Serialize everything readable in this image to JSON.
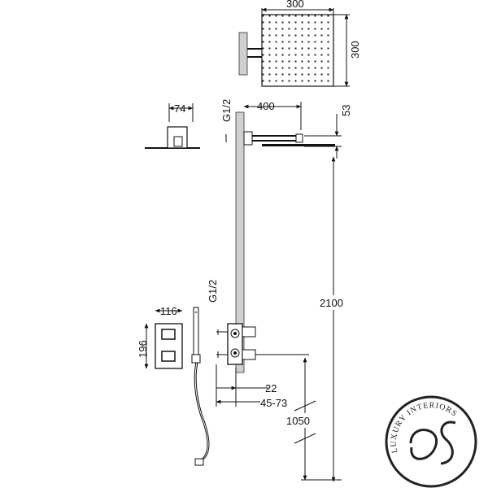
{
  "dimensions": {
    "head_width": "300",
    "head_height": "300",
    "wall_box_depth": "74",
    "arm_length": "400",
    "arm_drop": "53",
    "top_connection": "G1/2",
    "bottom_connection": "G1/2",
    "head_height_from_floor": "2100",
    "plate_width": "116",
    "plate_height": "196",
    "recess_depth": "22",
    "adjust_range": "45-73",
    "valve_height_from_floor": "1050"
  },
  "logo": {
    "ring_text": "LUXURY INTERIORS"
  },
  "colors": {
    "line": "#111111",
    "wall": "#d0d0d0"
  }
}
